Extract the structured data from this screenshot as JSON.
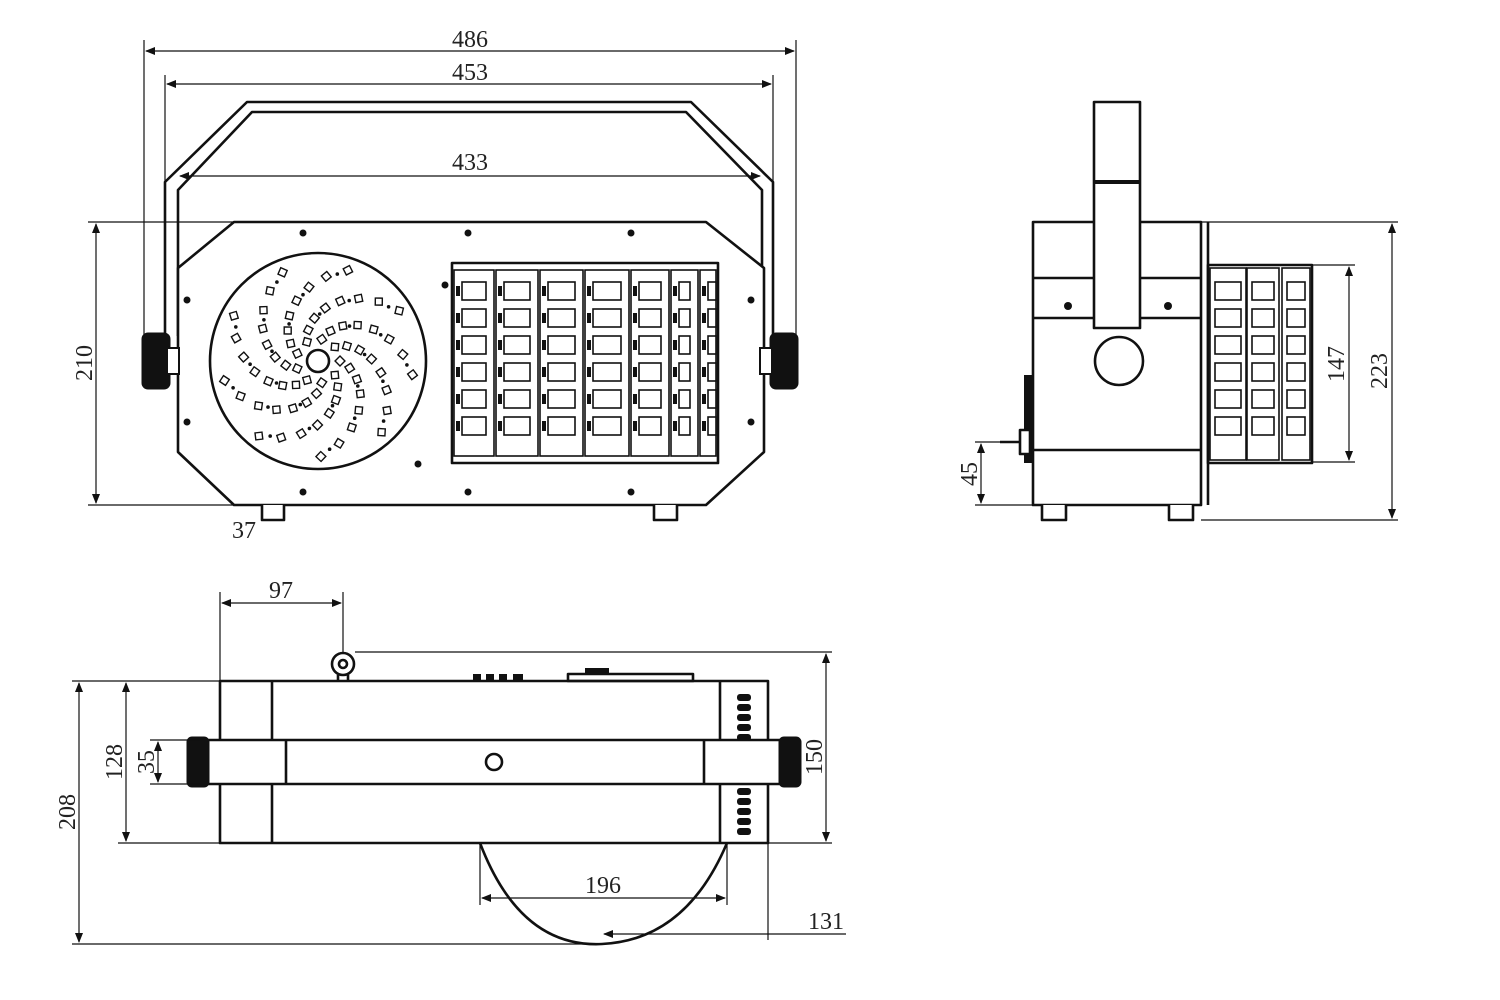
{
  "dimensions": {
    "front_overall_width": "486",
    "front_bracket_outer_width": "453",
    "front_bracket_inner_width": "433",
    "front_body_height": "210",
    "front_partial_label": "37",
    "side_total_height": "223",
    "side_panel_height": "147",
    "side_connector_height": "45",
    "top_eye_offset": "97",
    "top_body_depth": "128",
    "top_bar_width": "35",
    "top_total_depth": "208",
    "top_right_depth": "150",
    "top_lens_diameter": "196",
    "top_lens_offset": "131"
  }
}
